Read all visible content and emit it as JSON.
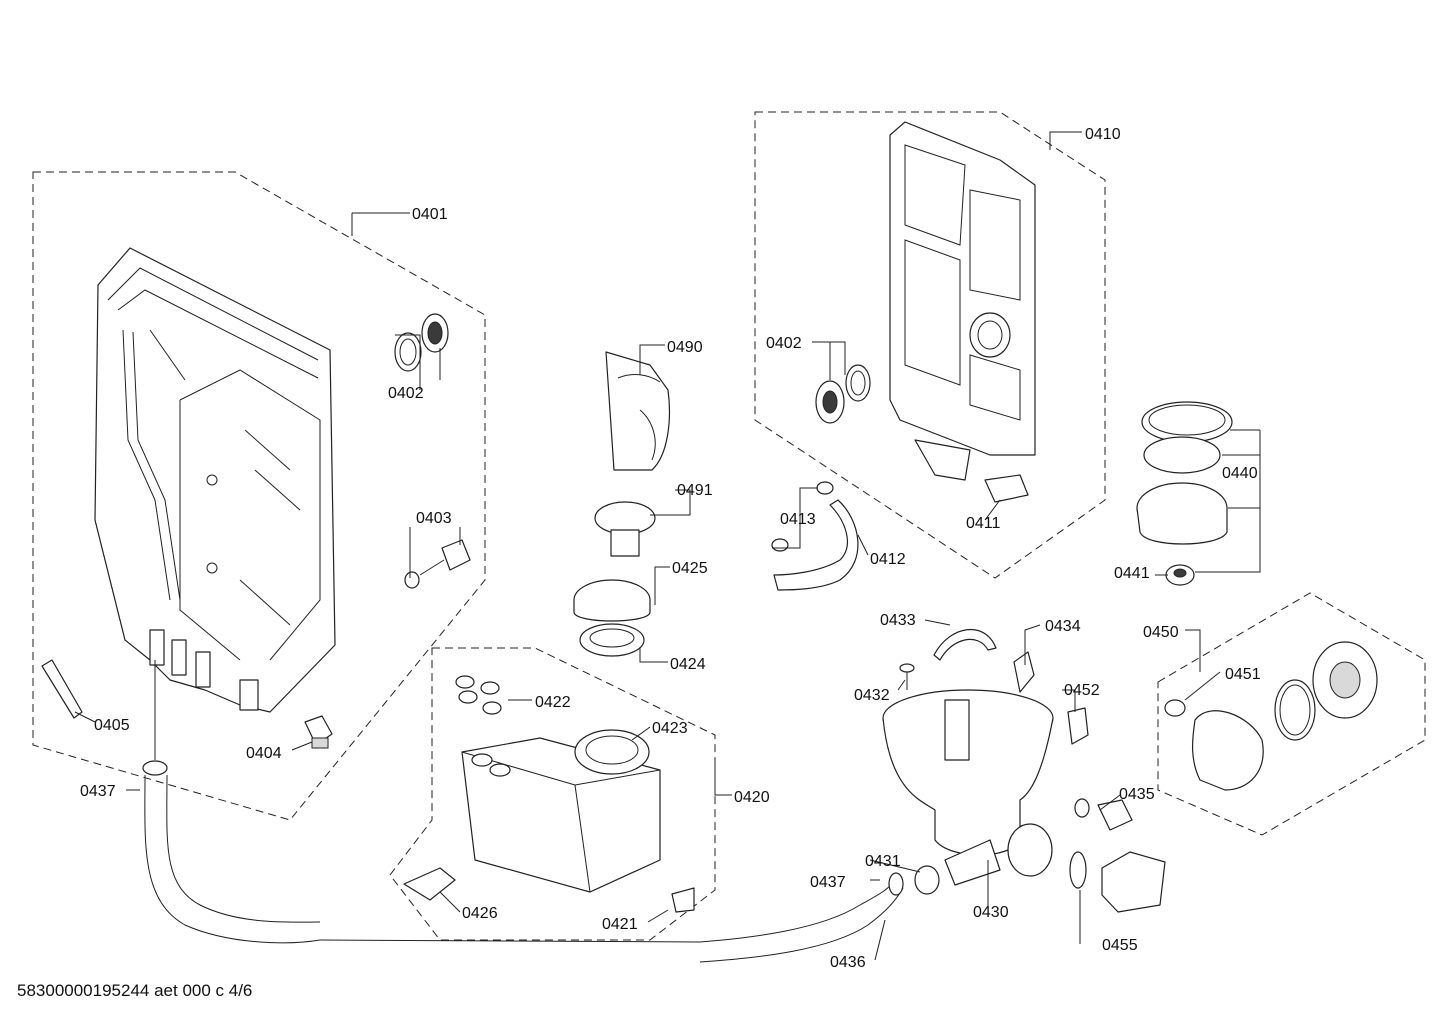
{
  "callouts": {
    "c0401": "0401",
    "c0402a": "0402",
    "c0403": "0403",
    "c0404": "0404",
    "c0405": "0405",
    "c0437a": "0437",
    "c0490": "0490",
    "c0491": "0491",
    "c0425": "0425",
    "c0424": "0424",
    "c0422": "0422",
    "c0423": "0423",
    "c0420": "0420",
    "c0426": "0426",
    "c0421": "0421",
    "c0410": "0410",
    "c0402b": "0402",
    "c0411": "0411",
    "c0413": "0413",
    "c0412": "0412",
    "c0440": "0440",
    "c0441": "0441",
    "c0433": "0433",
    "c0434": "0434",
    "c0432": "0432",
    "c0452": "0452",
    "c0450": "0450",
    "c0451": "0451",
    "c0435": "0435",
    "c0431": "0431",
    "c0437b": "0437",
    "c0430": "0430",
    "c0455": "0455",
    "c0436": "0436"
  },
  "footer": {
    "doc_code": "58300000195244 aet 000 c 4/6"
  }
}
